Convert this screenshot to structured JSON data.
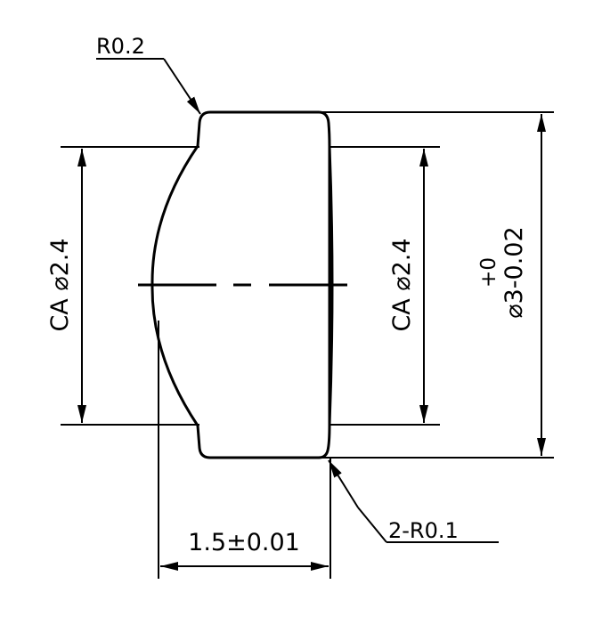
{
  "drawing": {
    "radius_top_label": "R0.2",
    "radius_bottom_label": "2-R0.1",
    "clear_aperture_left": "CA  ⌀2.4",
    "clear_aperture_right": "CA  ⌀2.4",
    "outer_diameter_label": "⌀3-0.02",
    "outer_diameter_upper_tol": "+0",
    "thickness_label": "1.5±0.01",
    "line_color": "#000000",
    "background_color": "#ffffff"
  }
}
